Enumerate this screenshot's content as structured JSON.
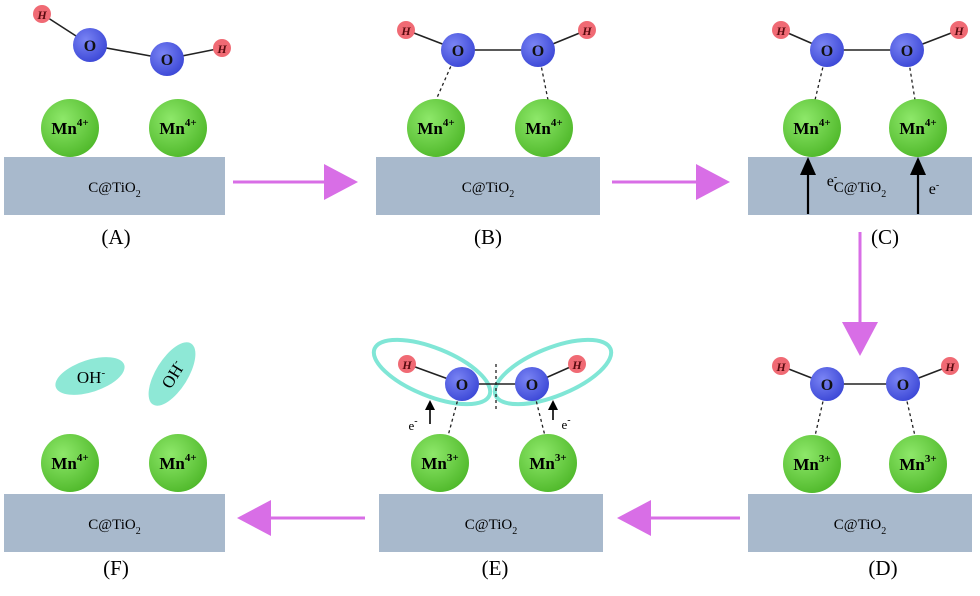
{
  "substrate_label_main": "C@TiO",
  "substrate_label_sub": "2",
  "atoms": {
    "hydrogen": "H",
    "oxygen": "O"
  },
  "panels": [
    {
      "label": "(A)",
      "metal_main": "Mn",
      "metal_charge": "4+"
    },
    {
      "label": "(B)",
      "metal_main": "Mn",
      "metal_charge": "4+"
    },
    {
      "label": "(C)",
      "metal_main": "Mn",
      "metal_charge": "4+",
      "electron": "e",
      "electron_charge": "-"
    },
    {
      "label": "(D)",
      "metal_main": "Mn",
      "metal_charge": "3+"
    },
    {
      "label": "(E)",
      "metal_main": "Mn",
      "metal_charge": "3+",
      "electron": "e",
      "electron_charge": "-"
    },
    {
      "label": "(F)",
      "metal_main": "Mn",
      "metal_charge": "4+",
      "product_main": "OH",
      "product_charge": "-"
    }
  ],
  "colors": {
    "substrate": "#a8b9cc",
    "mn_atom": "#5fc53a",
    "oxygen_atom": "#4a57e0",
    "hydrogen_atom": "#f06a74",
    "flow_arrow": "#d86ee6",
    "cleavage_ellipse": "#80e6d6",
    "oh_ellipse": "#8ee8d6"
  }
}
